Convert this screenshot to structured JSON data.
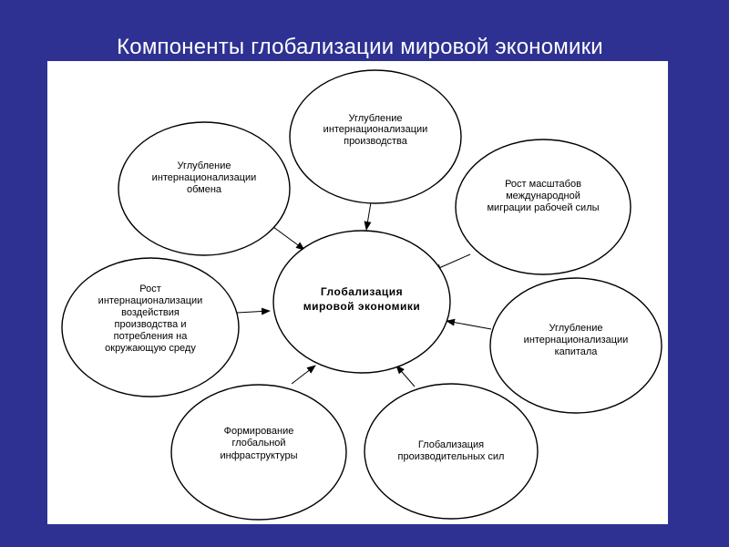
{
  "slide": {
    "title": "Компоненты глобализации мировой экономики"
  },
  "diagram": {
    "center": {
      "lines": [
        "Глобализация",
        "мировой экономики"
      ]
    },
    "nodes": [
      {
        "id": "production",
        "lines": [
          "Углубление",
          "интернационализации",
          "производства"
        ]
      },
      {
        "id": "exchange",
        "lines": [
          "Углубление",
          "интернационализации",
          "обмена"
        ]
      },
      {
        "id": "migration",
        "lines": [
          "Рост масштабов",
          "международной",
          "миграции рабочей силы"
        ]
      },
      {
        "id": "environment",
        "lines": [
          "Рост",
          "интернационализации",
          "воздействия",
          "производства и",
          "потребления на",
          "окружающую среду"
        ]
      },
      {
        "id": "capital",
        "lines": [
          "Углубление",
          "интернационализации",
          "капитала"
        ]
      },
      {
        "id": "infrastructure",
        "lines": [
          "Формирование",
          "глобальной",
          "инфраструктуры"
        ]
      },
      {
        "id": "productive-forces",
        "lines": [
          "Глобализация",
          "производительных сил"
        ]
      }
    ]
  }
}
